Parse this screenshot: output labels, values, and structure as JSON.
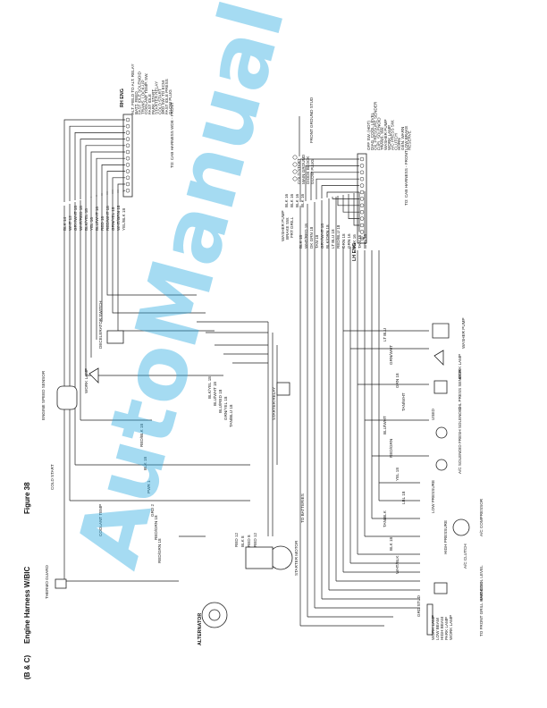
{
  "header": {
    "section": "(B & C)",
    "title": "Engine Harness W/BIC",
    "figure": "Figure 38"
  },
  "watermark": "AutoManual",
  "connectors": {
    "rh_eng": {
      "name": "RH ENG",
      "pins": [
        {
          "wire": "BLK 14",
          "circuit": "ALT. FIELD TO ALT. RELAY"
        },
        {
          "wire": "WHT 12",
          "circuit": "BATT. FEED"
        },
        {
          "wire": "GRY/WHT 18",
          "circuit": "FAST IDLE SOLENOID"
        },
        {
          "wire": "WHT/RED 18",
          "circuit": "TRANS. LOCK-UP"
        },
        {
          "wire": "BLK/YEL 18",
          "circuit": "COOLANT TEMP. SW."
        },
        {
          "wire": "YEL 16",
          "circuit": "FAST IDLE"
        },
        {
          "wire": "BLU/WHT 16",
          "circuit": "PARK START"
        },
        {
          "wire": "RED 16",
          "circuit": "STARTER RELAY"
        },
        {
          "wire": "RED/WHT 18",
          "circuit": "COLD START"
        },
        {
          "wire": "GRN/YEL 18",
          "circuit": "3RD SW. TO ECM"
        },
        {
          "wire": "WHT/GRN 18",
          "circuit": "FAST IDLE PRESS"
        },
        {
          "wire": "YEL/BLK 18",
          "circuit": "GLOW PLUG"
        }
      ]
    },
    "lh_eng": {
      "name": "LH ENG",
      "pins": [
        {
          "wire": "BLK 18",
          "circuit": "OFF SW. (HOT)"
        },
        {
          "wire": "WHT/RED 18",
          "circuit": "DIAG. COOL LEVEL"
        },
        {
          "wire": "DK GRN 18",
          "circuit": "OIL PRESSURE SENDER"
        },
        {
          "wire": "TAN 18",
          "circuit": "FUEL SOLENOID"
        },
        {
          "wire": "GRY/WHT 18",
          "circuit": "TRANS. SW."
        },
        {
          "wire": "BLK/ORN 18",
          "circuit": "WASHER PUMP"
        },
        {
          "wire": "LT BLU 18",
          "circuit": "WORK LAMP"
        },
        {
          "wire": "RED/BLU 18",
          "circuit": "A/C PRESS SW."
        },
        {
          "wire": "ORN 18",
          "circuit": "CLUTCH"
        },
        {
          "wire": "GRN 16",
          "circuit": "HORN"
        },
        {
          "wire": "PNK 16",
          "circuit": "GEN. WARN"
        },
        {
          "wire": "TAN 16",
          "circuit": "LOW BRAKE"
        },
        {
          "wire": "BRN 16",
          "circuit": "RESERVE"
        }
      ]
    },
    "ground": {
      "wires": [
        "BLK 16",
        "BLK 16",
        "BLK 16",
        "BLK 16"
      ],
      "circuits": [
        "COLD START",
        "MAIN GROUND",
        "DIODE BLOCK",
        "GLOW PLUG"
      ],
      "ground_stud": "FRONT GROUND STUD",
      "ground_circuits": [
        "WASHER PUMP",
        "BRAKE SW.",
        "FRT GRILL"
      ]
    }
  },
  "harness_notes": {
    "rh": "TO: CAB HARNESS WDE - FRONT",
    "lh": "TO: CAB HARNESS - FRONT"
  },
  "components": {
    "alternator": "ALTERNATOR",
    "starter_motor": "STARTER MOTOR",
    "starter_relay": "STARTER RELAY",
    "batteries": "TO BATTERIES",
    "decelerator_switch": "DECELERATOR SWITCH",
    "engine_speed_sensor": "ENGINE SPEED SENSOR",
    "work_lamp_rh": "WORK LAMP",
    "cold_start": "COLD START",
    "coolant_temp": "COOLANT TEMP",
    "thermo_guard": "THERMO GUARD",
    "washer_pump": "WASHER PUMP",
    "work_lamp_lh": "WORK LAMP",
    "oil_press_sender": "OIL PRESS SENDER",
    "used": "USED",
    "fresh_air_solenoid": "FRESH SOLENOID",
    "ac_solenoid": "A/C SOLENOID",
    "low_pressure": "LOW PRESSURE",
    "ac_compressor": "A/C COMPRESSOR",
    "high_pressure": "HIGH PRESSURE",
    "ac_clutch": "A/C CLUTCH",
    "eng_cool_level": "ENG COOL LEVEL",
    "grd_stud": "GRD STUD",
    "front_grill_harness": "TO FRONT GRILL HARNESS"
  },
  "wire_labels": {
    "alt_left": [
      "RED/BLK 18",
      "BLK 18",
      "PWR 1",
      "GRD 2",
      "RED/GRN 18",
      "RED/GRN 18"
    ],
    "rh_mid": [
      "BLK/YEL 18",
      "BLU/WHT 18",
      "BLU/RED 18",
      "GRN/YEL 18",
      "TAN/BLU 18"
    ],
    "starter": [
      "RED 12",
      "BLK 8",
      "RED 8",
      "RED 12"
    ],
    "lh_right": [
      "LT BLU",
      "GRN/WHT",
      "GRN 18",
      "TAN/WHT",
      "BLU/WHT",
      "RED/GRN",
      "YEL 18",
      "LBL 18",
      "TAN/BLK",
      "BLK 18",
      "WHT/BLK"
    ]
  },
  "legend": {
    "front_grill": [
      "WORK LAMP",
      "LOW BEAM",
      "HIGH BEAM",
      "PARK LAMP",
      "WORK LAMP"
    ]
  }
}
